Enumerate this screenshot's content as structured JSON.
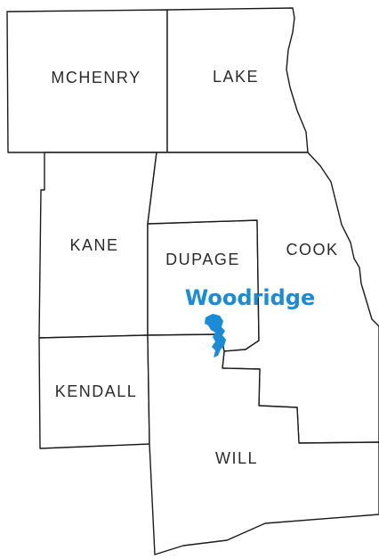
{
  "colors": {
    "highlight": "#1a8bd6",
    "border": "#1a1a1a",
    "text": "#2b2b2b",
    "background": "#ffffff"
  },
  "counties": {
    "mchenry": "MCHENRY",
    "lake": "LAKE",
    "kane": "KANE",
    "dupage": "DUPAGE",
    "cook": "COOK",
    "kendall": "KENDALL",
    "will": "WILL"
  },
  "city": {
    "name": "Woodridge"
  }
}
